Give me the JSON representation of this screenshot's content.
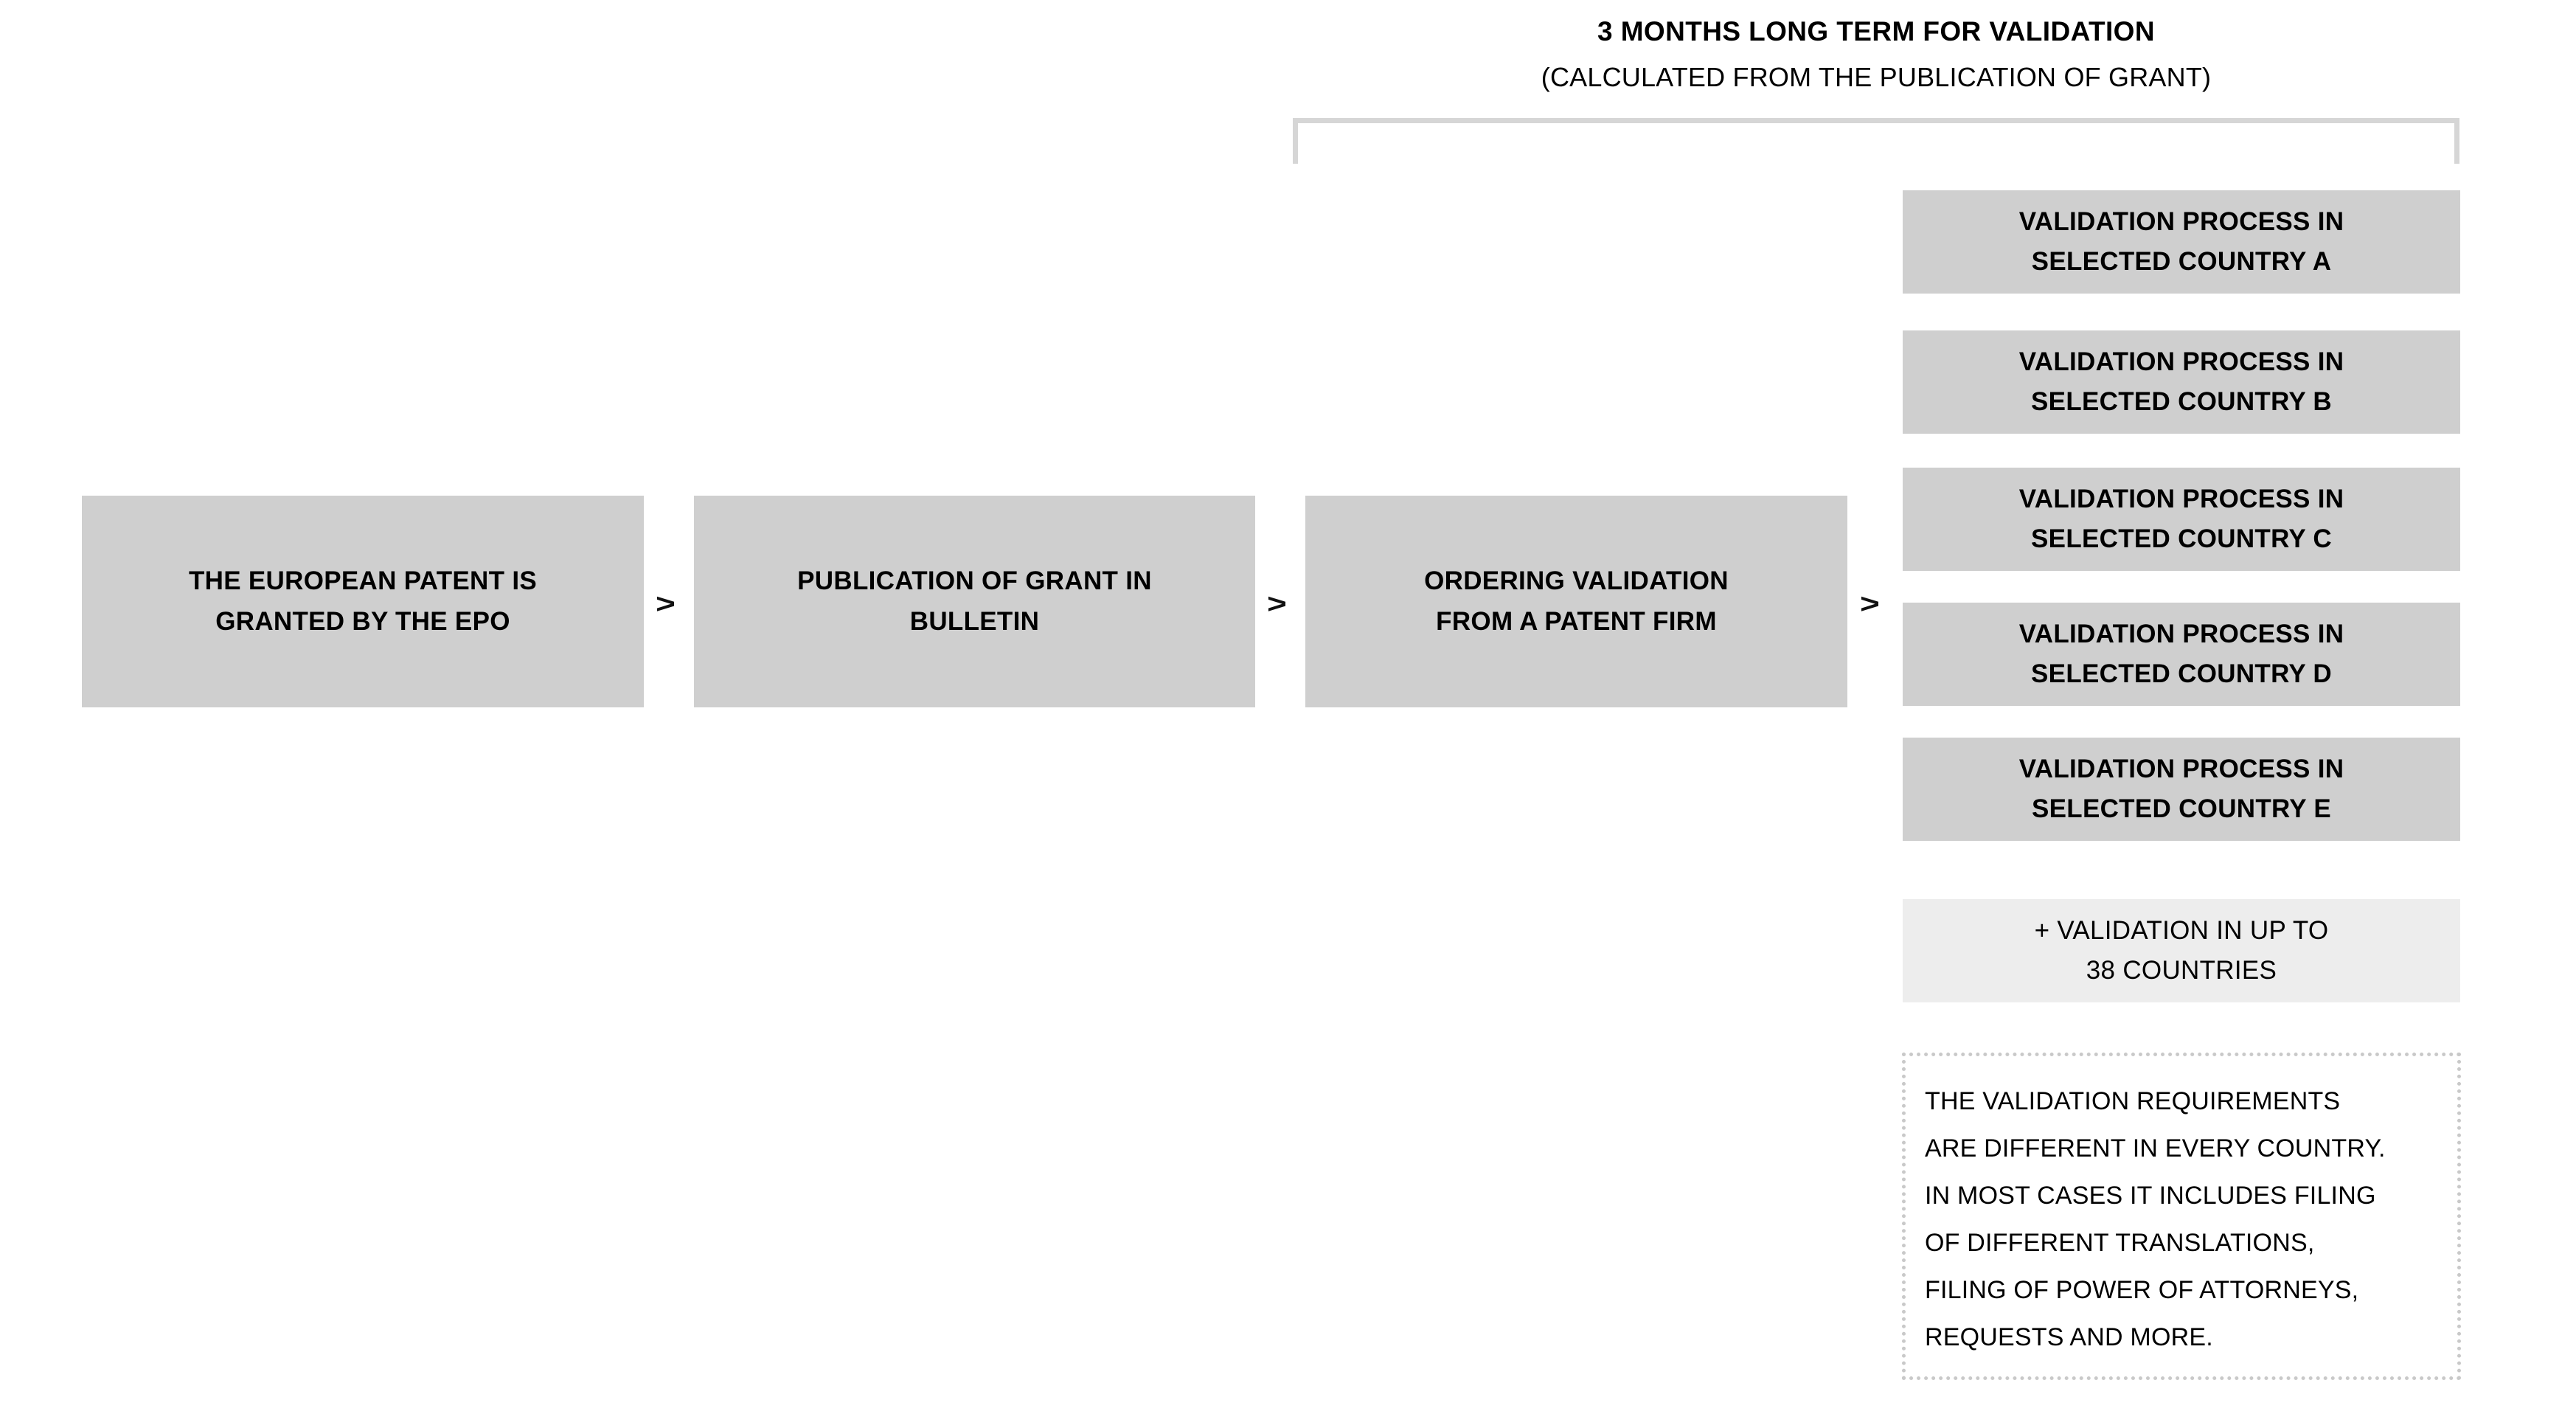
{
  "header": {
    "title": "3 MONTHS LONG TERM FOR VALIDATION",
    "subtitle": "(CALCULATED FROM THE PUBLICATION OF GRANT)"
  },
  "flow_steps": [
    {
      "label": "THE EUROPEAN PATENT IS\nGRANTED BY THE EPO"
    },
    {
      "label": "PUBLICATION OF GRANT IN\nBULLETIN"
    },
    {
      "label": "ORDERING VALIDATION\nFROM A PATENT FIRM"
    }
  ],
  "arrows": {
    "glyph": ">",
    "count": 3
  },
  "validation_boxes": [
    {
      "label": "VALIDATION PROCESS IN\nSELECTED COUNTRY A"
    },
    {
      "label": "VALIDATION PROCESS IN\nSELECTED COUNTRY B"
    },
    {
      "label": "VALIDATION PROCESS IN\nSELECTED COUNTRY C"
    },
    {
      "label": "VALIDATION PROCESS IN\nSELECTED COUNTRY D"
    },
    {
      "label": "VALIDATION PROCESS IN\nSELECTED COUNTRY E"
    }
  ],
  "extra_validation": {
    "label": "+ VALIDATION IN UP TO\n38 COUNTRIES",
    "country_count": 38
  },
  "note": {
    "text": "THE VALIDATION REQUIREMENTS\nARE DIFFERENT IN EVERY COUNTRY.\nIN MOST CASES IT INCLUDES FILING\nOF DIFFERENT TRANSLATIONS,\nFILING OF POWER OF ATTORNEYS,\nREQUESTS AND MORE."
  },
  "colors": {
    "box_gray": "#cfcfcf",
    "box_light_gray": "#ededed",
    "bracket_gray": "#d6d6d6",
    "note_border_gray": "#c9c9c9",
    "text_black": "#000000",
    "background": "#ffffff"
  }
}
